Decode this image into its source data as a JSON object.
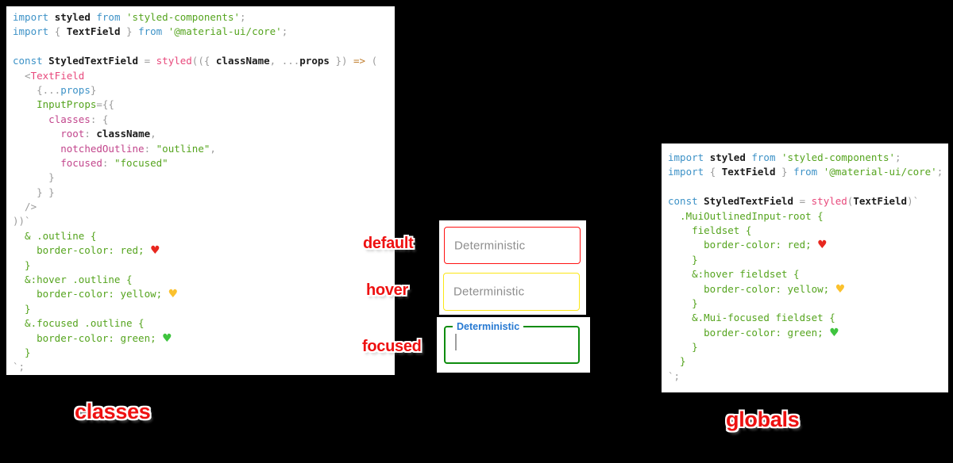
{
  "page": {
    "background": "#000000"
  },
  "palette": {
    "label_red": "#ee1111",
    "panel_bg": "#ffffff",
    "tokens": {
      "kw": "#3d92c7",
      "bl": "#3d92c7",
      "st": "#55a41e",
      "gn": "#55a41e",
      "mg": "#c2458c",
      "pk": "#e8497c",
      "gr": "#9b9b9b",
      "pl": "#262626",
      "bd": "#1c1c1c",
      "or": "#c07e2e",
      "hr": "#e8271f",
      "hy": "#fbc12d",
      "hg": "#3ec43e"
    }
  },
  "left_panel": {
    "caption": "classes",
    "lines": [
      [
        [
          "kw",
          "import "
        ],
        [
          "bd",
          "styled "
        ],
        [
          "kw",
          "from "
        ],
        [
          "st",
          "'styled-components'"
        ],
        [
          "gr",
          ";"
        ]
      ],
      [
        [
          "kw",
          "import "
        ],
        [
          "gr",
          "{ "
        ],
        [
          "bd",
          "TextField "
        ],
        [
          "gr",
          "} "
        ],
        [
          "kw",
          "from "
        ],
        [
          "st",
          "'@material-ui/core'"
        ],
        [
          "gr",
          ";"
        ]
      ],
      [],
      [
        [
          "kw",
          "const "
        ],
        [
          "bd",
          "StyledTextField "
        ],
        [
          "gr",
          "= "
        ],
        [
          "pk",
          "styled"
        ],
        [
          "gr",
          "(({ "
        ],
        [
          "bd",
          "className"
        ],
        [
          "gr",
          ", ..."
        ],
        [
          "bd",
          "props"
        ],
        [
          "gr",
          " }) "
        ],
        [
          "or",
          "=>"
        ],
        [
          "gr",
          " ("
        ]
      ],
      [
        [
          "gr",
          "  <"
        ],
        [
          "pk",
          "TextField"
        ]
      ],
      [
        [
          "gr",
          "    {..."
        ],
        [
          "bl",
          "props"
        ],
        [
          "gr",
          "}"
        ]
      ],
      [
        [
          "pl",
          "    "
        ],
        [
          "gn",
          "InputProps"
        ],
        [
          "gr",
          "={{"
        ]
      ],
      [
        [
          "pl",
          "      "
        ],
        [
          "mg",
          "classes"
        ],
        [
          "gr",
          ": {"
        ]
      ],
      [
        [
          "pl",
          "        "
        ],
        [
          "mg",
          "root"
        ],
        [
          "gr",
          ": "
        ],
        [
          "bd",
          "className"
        ],
        [
          "gr",
          ","
        ]
      ],
      [
        [
          "pl",
          "        "
        ],
        [
          "mg",
          "notchedOutline"
        ],
        [
          "gr",
          ": "
        ],
        [
          "st",
          "\"outline\""
        ],
        [
          "gr",
          ","
        ]
      ],
      [
        [
          "pl",
          "        "
        ],
        [
          "mg",
          "focused"
        ],
        [
          "gr",
          ": "
        ],
        [
          "st",
          "\"focused\""
        ]
      ],
      [
        [
          "gr",
          "      }"
        ]
      ],
      [
        [
          "gr",
          "    } }"
        ]
      ],
      [
        [
          "gr",
          "  />"
        ]
      ],
      [
        [
          "gr",
          "))`"
        ]
      ],
      [
        [
          "gn",
          "  & .outline {"
        ]
      ],
      [
        [
          "gn",
          "    border-color: red; "
        ],
        [
          "hr",
          "♥"
        ]
      ],
      [
        [
          "gn",
          "  }"
        ]
      ],
      [
        [
          "gn",
          "  &:hover .outline {"
        ]
      ],
      [
        [
          "gn",
          "    border-color: yellow; "
        ],
        [
          "hy",
          "♥"
        ]
      ],
      [
        [
          "gn",
          "  }"
        ]
      ],
      [
        [
          "gn",
          "  &.focused .outline {"
        ]
      ],
      [
        [
          "gn",
          "    border-color: green; "
        ],
        [
          "hg",
          "♥"
        ]
      ],
      [
        [
          "gn",
          "  }"
        ]
      ],
      [
        [
          "gr",
          "`;"
        ]
      ]
    ]
  },
  "right_panel": {
    "caption": "globals",
    "lines": [
      [
        [
          "kw",
          "import "
        ],
        [
          "bd",
          "styled "
        ],
        [
          "kw",
          "from "
        ],
        [
          "st",
          "'styled-components'"
        ],
        [
          "gr",
          ";"
        ]
      ],
      [
        [
          "kw",
          "import "
        ],
        [
          "gr",
          "{ "
        ],
        [
          "bd",
          "TextField "
        ],
        [
          "gr",
          "} "
        ],
        [
          "kw",
          "from "
        ],
        [
          "st",
          "'@material-ui/core'"
        ],
        [
          "gr",
          ";"
        ]
      ],
      [],
      [
        [
          "kw",
          "const "
        ],
        [
          "bd",
          "StyledTextField "
        ],
        [
          "gr",
          "= "
        ],
        [
          "pk",
          "styled"
        ],
        [
          "gr",
          "("
        ],
        [
          "bd",
          "TextField"
        ],
        [
          "gr",
          ")`"
        ]
      ],
      [
        [
          "gn",
          "  .MuiOutlinedInput-root {"
        ]
      ],
      [
        [
          "gn",
          "    fieldset {"
        ]
      ],
      [
        [
          "gn",
          "      border-color: red; "
        ],
        [
          "hr",
          "♥"
        ]
      ],
      [
        [
          "gn",
          "    }"
        ]
      ],
      [
        [
          "gn",
          "    &:hover fieldset {"
        ]
      ],
      [
        [
          "gn",
          "      border-color: yellow; "
        ],
        [
          "hy",
          "♥"
        ]
      ],
      [
        [
          "gn",
          "    }"
        ]
      ],
      [
        [
          "gn",
          "    &.Mui-focused fieldset {"
        ]
      ],
      [
        [
          "gn",
          "      border-color: green; "
        ],
        [
          "hg",
          "♥"
        ]
      ],
      [
        [
          "gn",
          "    }"
        ]
      ],
      [
        [
          "gn",
          "  }"
        ]
      ],
      [
        [
          "gr",
          "`;"
        ]
      ]
    ]
  },
  "middle": {
    "fields": [
      {
        "state_label": "default",
        "placeholder": "Deterministic",
        "border_color": "#ff1212"
      },
      {
        "state_label": "hover",
        "placeholder": "Deterministic",
        "border_color": "#fbe716"
      },
      {
        "state_label": "focused",
        "floating_label": "Deterministic",
        "border_color": "#0e8c0e"
      }
    ],
    "focused_label_color": "#2679d2",
    "placeholder_color": "#8e8e8e"
  }
}
